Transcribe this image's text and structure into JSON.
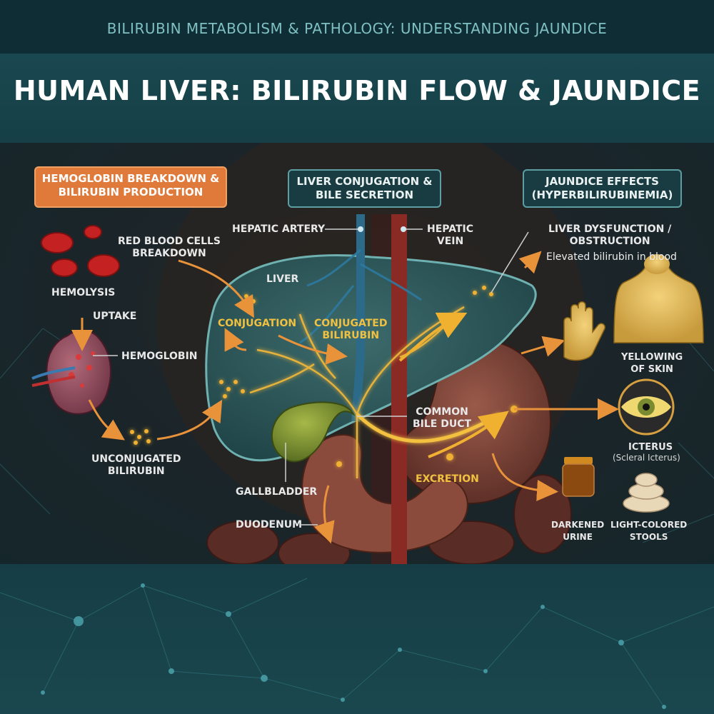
{
  "header": {
    "supertitle": "BILIRUBIN METABOLISM & PATHOLOGY: UNDERSTANDING JAUNDICE",
    "title": "HUMAN LIVER: BILIRUBIN FLOW & JAUNDICE"
  },
  "sections": {
    "production": {
      "line1": "HEMOGLOBIN BREAKDOWN",
      "line2": "& BILIRUBIN PRODUCTION"
    },
    "conjugation": {
      "line1": "LIVER CONJUGATION",
      "line2": "& BILE SECRETION"
    },
    "effects": {
      "line1": "JAUNDICE EFFECTS",
      "line2": "(HYPERBILIRUBINEMIA)"
    }
  },
  "labels": {
    "rbc": {
      "line1": "RED BLOOD CELLS",
      "line2": "BREAKDOWN"
    },
    "hemolysis": "HEMOLYSIS",
    "uptake": "UPTAKE",
    "hemoglobin": "HEMOGLOBIN",
    "unconjugated": {
      "line1": "UNCONJUGATED",
      "line2": "BILIRUBIN"
    },
    "hepatic_artery": "HEPATIC ARTERY",
    "hepatic_vein": {
      "line1": "HEPATIC",
      "line2": "VEIN"
    },
    "liver": "LIVER",
    "conjugation": "CONJUGATION",
    "conjugated": {
      "line1": "CONJUGATED",
      "line2": "BILIRUBIN"
    },
    "common_bile_duct": {
      "line1": "COMMON",
      "line2": "BILE DUCT"
    },
    "gallbladder": "GALLBLADDER",
    "duodenum": "DUODENUM",
    "excretion": "EXCRETION",
    "dysfunction": {
      "line1": "LIVER DYSFUNCTION /",
      "line2": "OBSTRUCTION"
    },
    "elevated": "Elevated bilirubin in blood",
    "skin": {
      "line1": "YELLOWING",
      "line2": "OF SKIN"
    },
    "icterus": "ICTERUS",
    "scleral": "(Scleral Icterus)",
    "urine": {
      "line1": "DARKENED",
      "line2": "URINE"
    },
    "stools": {
      "line1": "LIGHT-COLORED",
      "line2": "STOOLS"
    }
  },
  "colors": {
    "accent_orange": "#e07a3a",
    "bile_gold": "#f0c040",
    "badge_teal": "#193c42",
    "background": "#143a42"
  }
}
